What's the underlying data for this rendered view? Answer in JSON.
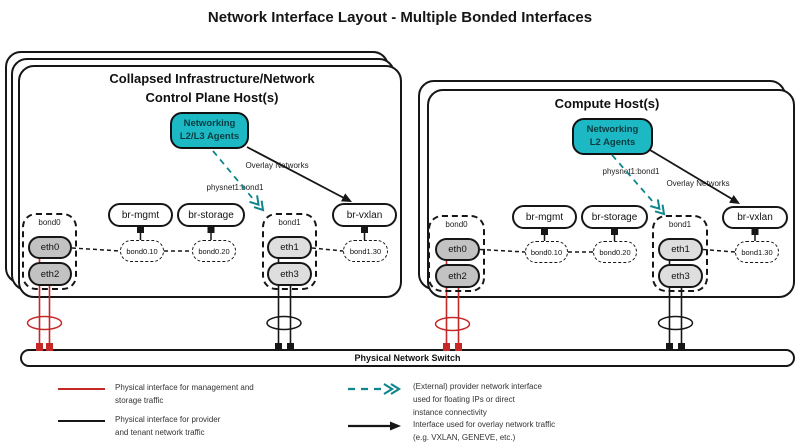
{
  "title": "Network Interface Layout - Multiple Bonded Interfaces",
  "hosts": [
    {
      "title": "Collapsed Infrastructure/Network\nControl Plane Host(s)",
      "agent": "Networking\nL2/L3 Agents",
      "overlay_label": "Overlay Networks",
      "physnet_label": "physnet1:bond1",
      "bridges": [
        "br-mgmt",
        "br-storage",
        "br-vxlan"
      ],
      "bond0": {
        "label": "bond0",
        "nics": [
          "eth0",
          "eth2"
        ]
      },
      "bond1": {
        "label": "bond1",
        "nics": [
          "eth1",
          "eth3"
        ]
      },
      "vlans": [
        "bond0.10",
        "bond0.20",
        "bond1.30"
      ]
    },
    {
      "title": "Compute Host(s)",
      "agent": "Networking\nL2 Agents",
      "overlay_label": "Overlay Networks",
      "physnet_label": "physnet1:bond1",
      "bridges": [
        "br-mgmt",
        "br-storage",
        "br-vxlan"
      ],
      "bond0": {
        "label": "bond0",
        "nics": [
          "eth0",
          "eth2"
        ]
      },
      "bond1": {
        "label": "bond1",
        "nics": [
          "eth1",
          "eth3"
        ]
      },
      "vlans": [
        "bond0.10",
        "bond0.20",
        "bond1.30"
      ]
    }
  ],
  "switch_label": "Physical Network Switch",
  "legend": [
    {
      "symbol": "red-line",
      "text": "Physical interface for management and\nstorage traffic"
    },
    {
      "symbol": "black-line",
      "text": "Physical interface for provider\nand tenant network traffic"
    },
    {
      "symbol": "teal-dashed-arrow",
      "text": "(External) provider network interface\nused for floating IPs or direct\ninstance connectivity"
    },
    {
      "symbol": "black-arrow",
      "text": "Interface used for overlay network traffic\n(e.g. VXLAN, GENEVE, etc.)"
    }
  ],
  "colors": {
    "agent_fill": "#1cb8c4",
    "teal_arrow": "#0f858d",
    "red": "#c62828",
    "line": "#161616"
  }
}
